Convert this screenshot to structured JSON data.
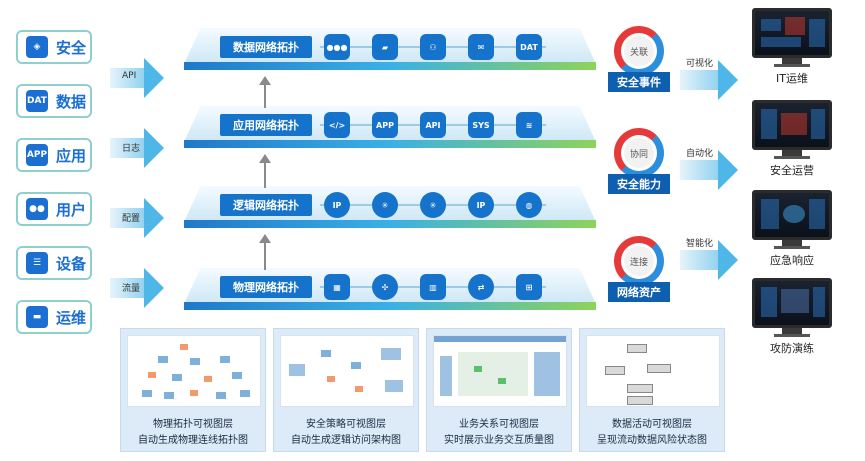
{
  "categories": [
    {
      "label": "安全",
      "icon": "shield-icon"
    },
    {
      "label": "数据",
      "icon": "dat-file-icon"
    },
    {
      "label": "应用",
      "icon": "app-icon"
    },
    {
      "label": "用户",
      "icon": "users-icon"
    },
    {
      "label": "设备",
      "icon": "server-icon"
    },
    {
      "label": "运维",
      "icon": "router-icon"
    }
  ],
  "inputs": [
    "API",
    "日志",
    "配置",
    "流量"
  ],
  "layers": [
    {
      "name": "数据网络拓扑",
      "icons": [
        "users-icon",
        "folder-chart-icon",
        "org-chart-icon",
        "mail-icon",
        "dat-file-icon"
      ]
    },
    {
      "name": "应用网络拓扑",
      "icons": [
        "code-monitor-icon",
        "app-icon",
        "api-icon",
        "sys-file-icon",
        "database-icon"
      ]
    },
    {
      "name": "逻辑网络拓扑",
      "icons": [
        "ip-pin-icon",
        "hub-icon",
        "hub-icon",
        "ip-pin-icon",
        "globe-shield-icon"
      ]
    },
    {
      "name": "物理网络拓扑",
      "icons": [
        "devices-icon",
        "router-icon",
        "rack-icon",
        "switch-icon",
        "network-icon"
      ]
    }
  ],
  "cycles": [
    {
      "inner": "关联",
      "tag": "安全事件"
    },
    {
      "inner": "协同",
      "tag": "安全能力"
    },
    {
      "inner": "连接",
      "tag": "网络资产"
    }
  ],
  "outputs": [
    "可视化",
    "自动化",
    "智能化"
  ],
  "monitors": [
    "IT运维",
    "安全运营",
    "应急响应",
    "攻防演练"
  ],
  "panels": [
    {
      "line1": "物理拓扑可视图层",
      "line2": "自动生成物理连线拓扑图"
    },
    {
      "line1": "安全策略可视图层",
      "line2": "自动生成逻辑访问架构图"
    },
    {
      "line1": "业务关系可视图层",
      "line2": "实时展示业务交互质量图"
    },
    {
      "line1": "数据活动可视图层",
      "line2": "呈现流动数据风险状态图"
    }
  ],
  "icon_glyphs": {
    "api": "API",
    "app": "APP",
    "sys": "SYS",
    "dat": "DAT",
    "ip": "IP"
  }
}
